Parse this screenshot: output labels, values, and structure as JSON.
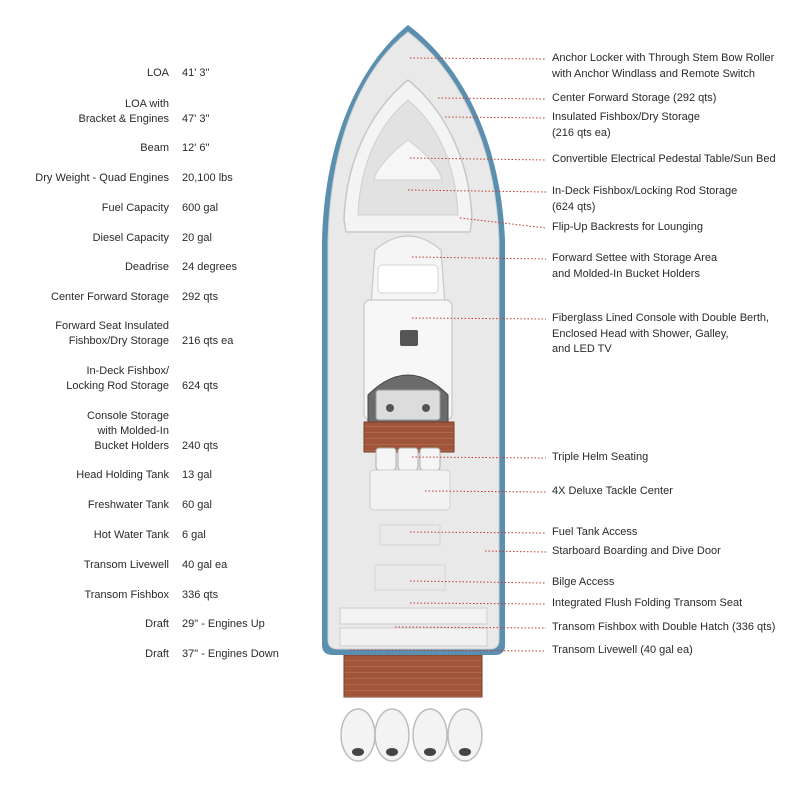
{
  "specs": [
    {
      "label": "LOA",
      "value": "41' 3\""
    },
    {
      "label": "LOA with\nBracket & Engines",
      "value": "47' 3\""
    },
    {
      "label": "Beam",
      "value": "12' 6\""
    },
    {
      "label": "Dry Weight - Quad Engines",
      "value": "20,100 lbs"
    },
    {
      "label": "Fuel Capacity",
      "value": "600 gal"
    },
    {
      "label": "Diesel Capacity",
      "value": "20 gal"
    },
    {
      "label": "Deadrise",
      "value": "24 degrees"
    },
    {
      "label": "Center Forward Storage",
      "value": "292 qts"
    },
    {
      "label": "Forward Seat Insulated\nFishbox/Dry Storage",
      "value": "216 qts ea"
    },
    {
      "label": "In-Deck Fishbox/\nLocking Rod Storage",
      "value": "624 qts"
    },
    {
      "label": "Console Storage\nwith Molded-In\nBucket Holders",
      "value": "240 qts"
    },
    {
      "label": "Head Holding Tank",
      "value": "13 gal"
    },
    {
      "label": "Freshwater Tank",
      "value": "60 gal"
    },
    {
      "label": "Hot Water Tank",
      "value": "6 gal"
    },
    {
      "label": "Transom Livewell",
      "value": "40 gal ea"
    },
    {
      "label": "Transom Fishbox",
      "value": "336 qts"
    },
    {
      "label": "Draft",
      "value": "29\" - Engines Up"
    },
    {
      "label": "Draft",
      "value": "37\" - Engines Down"
    }
  ],
  "callouts": [
    {
      "text": "Anchor Locker with Through Stem Bow Roller\nwith Anchor Windlass and Remote Switch"
    },
    {
      "text": "Center Forward Storage (292 qts)"
    },
    {
      "text": "Insulated Fishbox/Dry Storage\n(216 qts ea)"
    },
    {
      "text": "Convertible Electrical Pedestal Table/Sun Bed"
    },
    {
      "text": "In-Deck Fishbox/Locking Rod Storage\n(624 qts)"
    },
    {
      "text": "Flip-Up Backrests for Lounging"
    },
    {
      "text": "Forward Settee with Storage Area\nand Molded-In Bucket Holders"
    },
    {
      "text": "Fiberglass Lined Console with Double Berth,\nEnclosed Head with Shower, Galley,\nand LED TV"
    },
    {
      "text": "Triple Helm Seating"
    },
    {
      "text": "4X Deluxe Tackle Center"
    },
    {
      "text": "Fuel Tank Access"
    },
    {
      "text": "Starboard Boarding and Dive Door"
    },
    {
      "text": "Bilge Access"
    },
    {
      "text": "Integrated Flush Folding Transom Seat"
    },
    {
      "text": "Transom Fishbox with Double Hatch (336 qts)"
    },
    {
      "text": "Transom Livewell (40 gal ea)"
    }
  ],
  "colors": {
    "hull_stripe": "#5a8fb0",
    "deck": "#e9e9e9",
    "deck_shade": "#dcdcdc",
    "teak": "#a0553a",
    "leader": "#c0392b",
    "text": "#2a2a2a"
  }
}
